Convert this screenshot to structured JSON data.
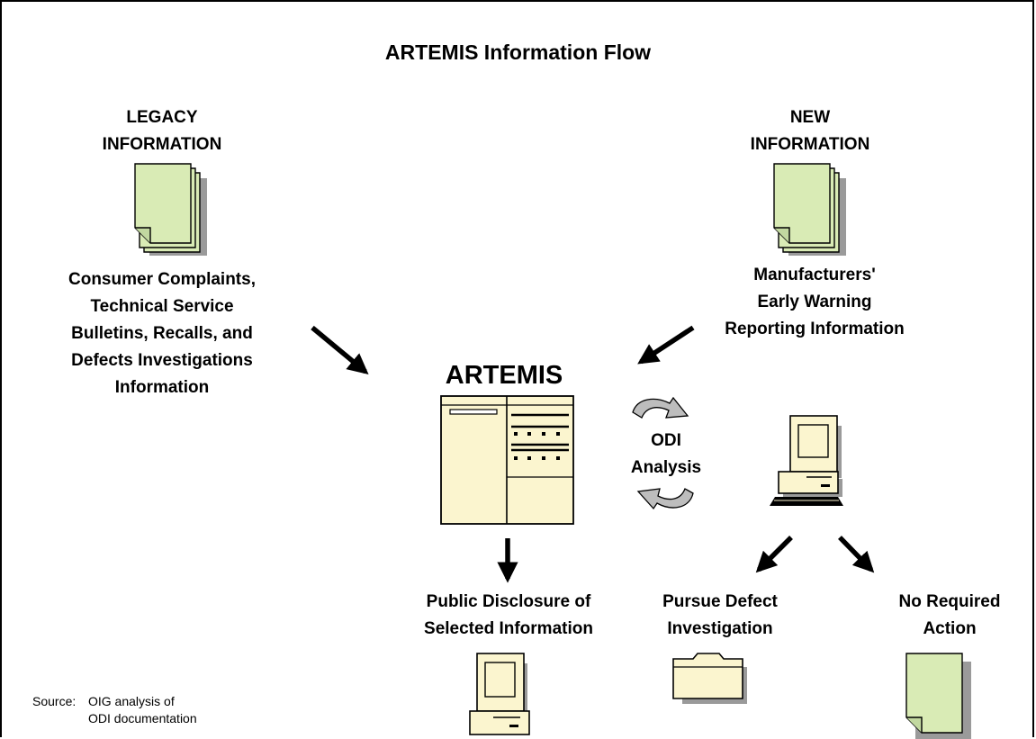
{
  "title": "ARTEMIS Information Flow",
  "legacy": {
    "heading": "LEGACY\nINFORMATION",
    "description": "Consumer Complaints,\nTechnical Service\nBulletins, Recalls, and\nDefects Investigations\nInformation"
  },
  "new_info": {
    "heading": "NEW\nINFORMATION",
    "description": "Manufacturers'\nEarly Warning\nReporting Information"
  },
  "system": {
    "name": "ARTEMIS"
  },
  "analysis": {
    "label": "ODI\nAnalysis"
  },
  "outcomes": {
    "public": "Public Disclosure of\nSelected Information",
    "pursue": "Pursue Defect\nInvestigation",
    "none": "No Required\nAction"
  },
  "source": {
    "key": "Source:",
    "value": "OIG analysis of\nODI documentation"
  },
  "colors": {
    "document": "#d9ebb5",
    "cabinet": "#fbf5cf",
    "computer": "#fbf5cf",
    "shadow": "#9a9a9a",
    "cycle_arrow": "#bdbdbd"
  }
}
